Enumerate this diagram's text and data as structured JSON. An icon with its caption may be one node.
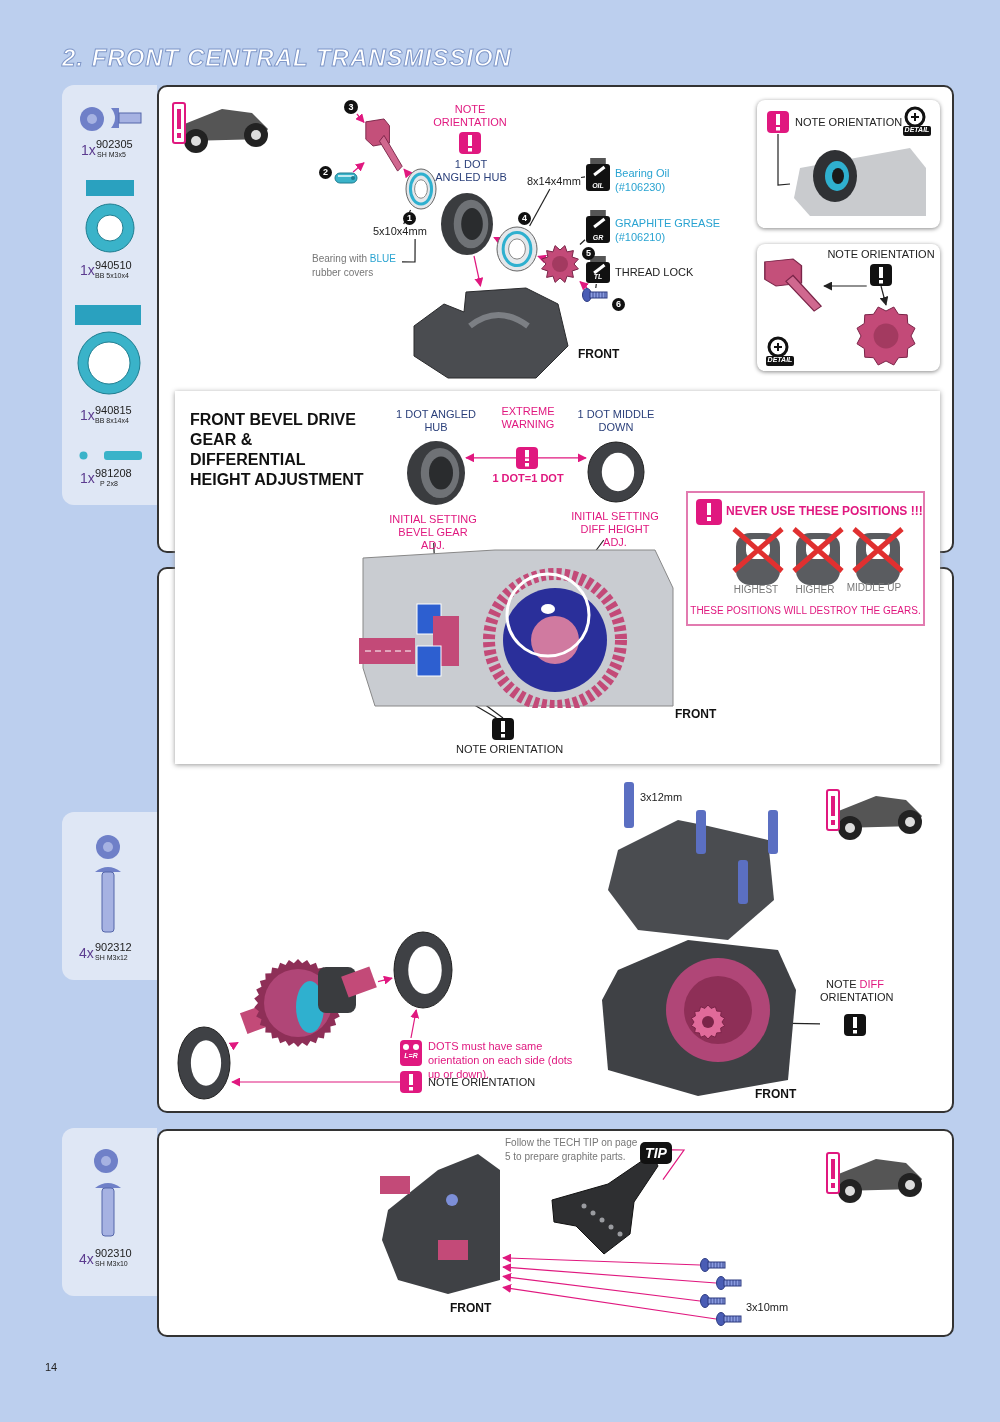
{
  "diagram": {
    "title": "2. FRONT CENTRAL TRANSMISSION",
    "nodes": [
      {
        "text": [
          "3"
        ]
      },
      {
        "text": [],
        "shape": "picture"
      },
      {
        "text": [],
        "shape": "picture"
      },
      {
        "text": [],
        "shape": "picture"
      },
      {
        "text": [],
        "shape": "picture"
      },
      {
        "text": [],
        "shape": "picture"
      },
      {
        "text": [],
        "shape": "picture"
      },
      {
        "text": [],
        "shape": "picture"
      },
      {
        "text": [],
        "shape": "picture"
      },
      {
        "text": [
          "5x10x4mm"
        ]
      },
      {
        "text": [
          "Bearing with **BLUE** rubber covers"
        ]
      },
      {
        "text": [
          "8x14x4mm"
        ]
      },
      {
        "text": [],
        "shape": "picture"
      },
      {
        "text": [],
        "shape": "picture"
      },
      {
        "text": [],
        "shape": "picture"
      },
      {
        "text": [
          "NOTE ORIENTATION"
        ]
      },
      {
        "text": [],
        "shape": "picture"
      },
      {
        "text": [
          "NOTE ORIENTATION"
        ]
      },
      {
        "text": [],
        "shape": "picture"
      },
      {
        "text": [],
        "shape": "picture"
      },
      {
        "text": [],
        "shape": "picture"
      },
      {
        "text": [],
        "shape": "picture"
      },
      {
        "text": [
          "INITIAL SETTING BEVEL GEAR ADJ."
        ]
      },
      {
        "text": [
          "INITIAL SETTING DIFF HEIGHT ADJ."
        ]
      },
      {
        "text": [],
        "shape": "picture"
      },
      {
        "text": [],
        "shape": "picture",
        "in": 24
      },
      {
        "text": [],
        "shape": "picture",
        "in": 24
      },
      {
        "text": [
          "NOTE ORIENTATION"
        ]
      },
      {
        "text": [
          "NEVER USE THESE POSITIONS !!!",
          "THESE POSITIONS WILL DESTROY THE GEARS."
        ]
      },
      {
        "text": [],
        "shape": "picture"
      },
      {
        "text": [
          "NOTE **DIFF** ORIENTATION"
        ]
      },
      {
        "text": [],
        "shape": "picture"
      },
      {
        "text": [],
        "shape": "picture"
      },
      {
        "text": [],
        "shape": "picture"
      },
      {
        "text": [
          "DOTS must have same orientation on each side (dots up or down)."
        ]
      },
      {
        "text": [
          "NOTE ORIENTATION"
        ]
      },
      {
        "text": [],
        "shape": "picture"
      },
      {
        "text": [],
        "shape": "picture"
      },
      {
        "text": [
          "TIP"
        ]
      },
      {
        "text": [
          "Follow the TECH TIP on page 5 to prepare graphite parts."
        ]
      },
      {
        "text": [],
        "shape": "picture"
      },
      {
        "text": [],
        "shape": "picture"
      },
      {
        "text": [],
        "shape": "picture"
      },
      {
        "text": [],
        "shape": "picture"
      },
      {
        "text": [],
        "shape": "picture",
        "in": 29
      }
    ],
    "edges": [
      {
        "from": 0,
        "to": 1,
        "arrow": "to"
      },
      {
        "from": 2,
        "to": 1,
        "arrow": "to"
      },
      {
        "from": 3,
        "to": 1,
        "arrow": "to"
      },
      {
        "from": 5,
        "to": 4,
        "arrow": "to"
      },
      {
        "from": 6,
        "to": 5,
        "arrow": "to"
      },
      {
        "from": 7,
        "to": 6,
        "arrow": "to"
      },
      {
        "from": 4,
        "to": 8,
        "arrow": "to"
      },
      {
        "from": 9,
        "to": 3,
        "arrow": "none",
        "color": "#222222"
      },
      {
        "from": 10,
        "to": 9,
        "arrow": "none",
        "color": "#222222"
      },
      {
        "from": 11,
        "to": 5,
        "arrow": "none",
        "color": "#222222"
      },
      {
        "from": 11,
        "to": 12,
        "arrow": "none",
        "color": "#222222"
      },
      {
        "from": 13,
        "to": 6,
        "arrow": "none",
        "color": "#222222"
      },
      {
        "from": 14,
        "to": 7,
        "arrow": "none",
        "color": "#222222"
      },
      {
        "from": 15,
        "to": 16,
        "arrow": "none",
        "color": "#222222"
      },
      {
        "from": 17,
        "to": 18,
        "arrow": "to",
        "color": "#222222"
      },
      {
        "from": 17,
        "to": 19,
        "arrow": "to",
        "color": "#222222"
      },
      {
        "from": 20,
        "to": 21,
        "arrow": "both"
      },
      {
        "from": 22,
        "to": 25,
        "arrow": "to",
        "color": "#222222"
      },
      {
        "from": 23,
        "to": 26,
        "arrow": "to",
        "color": "#222222"
      },
      {
        "from": 27,
        "to": 25,
        "arrow": "to",
        "color": "#222222"
      },
      {
        "from": 27,
        "to": 25,
        "arrow": "to",
        "color": "#222222"
      },
      {
        "from": 30,
        "to": 44,
        "arrow": "other",
        "color": "#222222"
      },
      {
        "from": 31,
        "to": 32,
        "arrow": "to"
      },
      {
        "from": 33,
        "to": 31,
        "arrow": "to"
      },
      {
        "from": 34,
        "to": 32,
        "arrow": "to"
      },
      {
        "from": 35,
        "to": 33,
        "arrow": "to"
      },
      {
        "from": 40,
        "to": 36,
        "arrow": "to"
      },
      {
        "from": 41,
        "to": 36,
        "arrow": "to"
      },
      {
        "from": 42,
        "to": 36,
        "arrow": "to"
      },
      {
        "from": 43,
        "to": 36,
        "arrow": "to"
      },
      {
        "from": 38,
        "to": 37,
        "arrow": "none"
      }
    ],
    "labels": [
      "1x",
      "902305",
      "SH M3x5",
      "1x",
      "940510",
      "BB 5x10x4",
      "1x",
      "940815",
      "BB 8x14x4",
      "1x",
      "981208",
      "P 2x8",
      "2",
      "1",
      "4",
      "5",
      "6",
      "NOTE ORIENTATION",
      "1 DOT ANGLED HUB",
      "OIL",
      "Bearing Oil (#106230)",
      "GR",
      "GRAPHITE GREASE (#106210)",
      "TL",
      "THREAD LOCK",
      "FRONT",
      "DETAIL",
      "DETAIL",
      "FRONT BEVEL DRIVE GEAR & DIFFERENTIAL HEIGHT ADJUSTMENT",
      "1 DOT ANGLED HUB",
      "EXTREME WARNING",
      "1 DOT MIDDLE DOWN",
      "1 DOT=1 DOT",
      "HIGHEST",
      "HIGHER",
      "MIDDLE UP",
      "FRONT",
      "3x12mm",
      "L=R",
      "FRONT",
      "FRONT",
      "3x10mm",
      "4x",
      "902312",
      "SH M3x12",
      "4x",
      "902310",
      "SH M3x10",
      "14"
    ]
  }
}
